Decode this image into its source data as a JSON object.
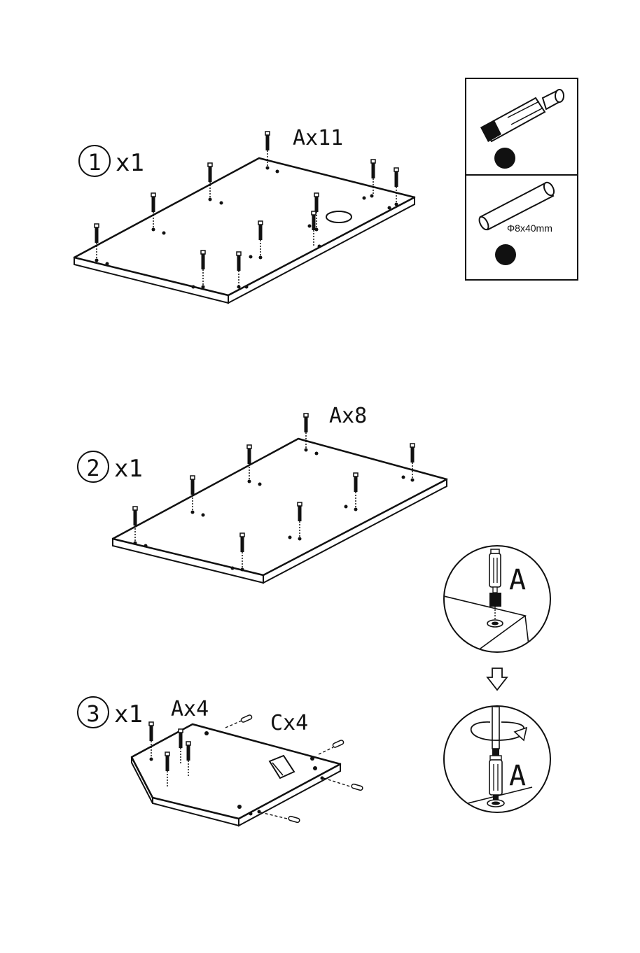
{
  "steps": [
    {
      "number": "1",
      "qty": "x1",
      "fasteners": [
        "Ax11"
      ]
    },
    {
      "number": "2",
      "qty": "x1",
      "fasteners": [
        "Ax8"
      ]
    },
    {
      "number": "3",
      "qty": "x1",
      "fasteners": [
        "Ax4",
        "Cx4"
      ]
    }
  ],
  "parts_box": {
    "dowel_spec": "Φ8x40mm"
  },
  "detail": {
    "label_top": "A",
    "label_bottom": "A"
  },
  "icons": [
    "cam-bolt-icon",
    "dowel-icon",
    "down-arrow-icon",
    "rotate-arrow-icon",
    "screwdriver-icon"
  ]
}
